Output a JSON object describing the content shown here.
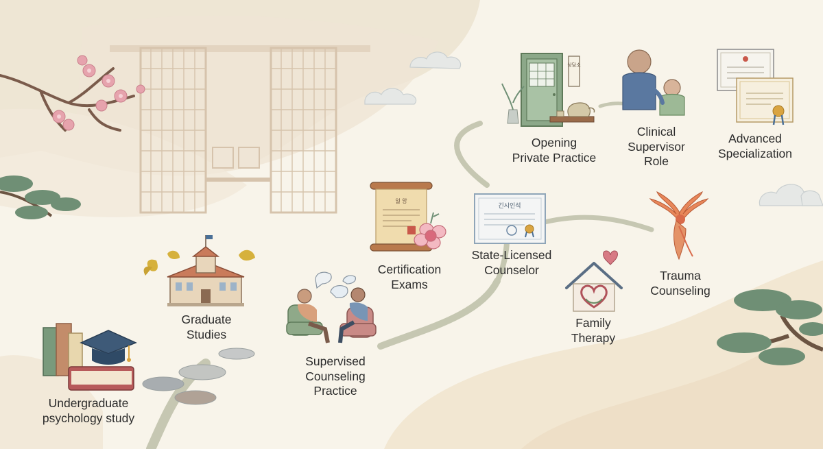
{
  "diagram": {
    "stages": [
      {
        "id": "undergrad",
        "label": "Undergraduate\npsychology study",
        "icon": "books-graduation-cap-icon"
      },
      {
        "id": "graduate",
        "label": "Graduate\nStudies",
        "icon": "university-building-icon"
      },
      {
        "id": "supervised",
        "label": "Supervised\nCounseling\nPractice",
        "icon": "counseling-session-icon"
      },
      {
        "id": "certification",
        "label": "Certification\nExams",
        "icon": "scroll-certificate-icon"
      },
      {
        "id": "licensed",
        "label": "State-Licensed\nCounselor",
        "icon": "license-certificate-icon"
      },
      {
        "id": "private",
        "label": "Opening\nPrivate Practice",
        "icon": "door-teapot-icon"
      },
      {
        "id": "supervisor",
        "label": "Clinical\nSupervisor\nRole",
        "icon": "mentor-figures-icon"
      },
      {
        "id": "specialization",
        "label": "Advanced\nSpecialization",
        "icon": "stacked-diplomas-icon"
      },
      {
        "id": "family",
        "label": "Family\nTherapy",
        "icon": "heart-house-icon"
      },
      {
        "id": "trauma",
        "label": "Trauma\nCounseling",
        "icon": "phoenix-icon"
      }
    ],
    "decor_text": {
      "license_header": "긴시인석",
      "scroll_header": "일 앙",
      "door_sign": "상담소"
    },
    "colors": {
      "background": "#f8f4ea",
      "path": "#b9bca4",
      "ink": "#2b2b2b",
      "blossom": "#e6a3ad",
      "pine": "#6f8f75",
      "wood": "#d8c4ac"
    }
  }
}
